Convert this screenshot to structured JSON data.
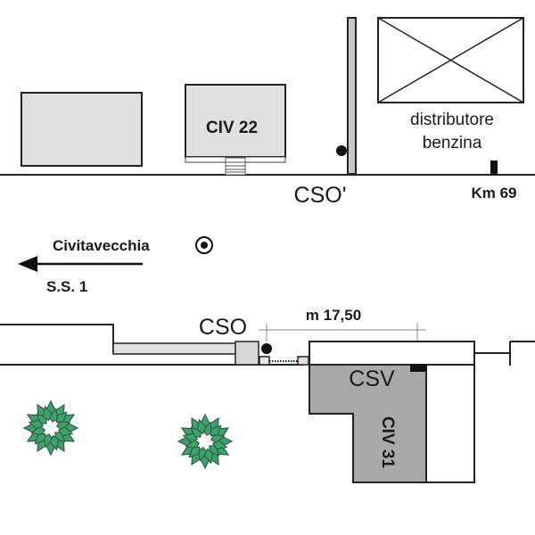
{
  "colors": {
    "building_light": "#e0e0e0",
    "building_dark": "#a9a9a9",
    "line": "#222222",
    "thin_line": "#888888",
    "tree_fill": "#3aa36b",
    "tree_stroke": "#3a5a4a"
  },
  "top_view": {
    "building_civ22_label": "CIV 22",
    "cso_prime_label": "CSO'",
    "fuel_station_label_line1": "distributore",
    "fuel_station_label_line2": "benzina",
    "km_marker_label": "Km 69"
  },
  "direction": {
    "destination_label": "Civitavecchia",
    "destination_icon": "circled-dot-icon",
    "arrow_icon": "arrow-left-icon",
    "road_label": "S.S. 1"
  },
  "bottom_view": {
    "cso_label": "CSO",
    "distance_label": "m 17,50",
    "csv_label": "CSV",
    "building_civ31_label": "CIV 31"
  },
  "icons": {
    "tree": "tree-icon",
    "pole": "cabinet-dot-icon"
  }
}
